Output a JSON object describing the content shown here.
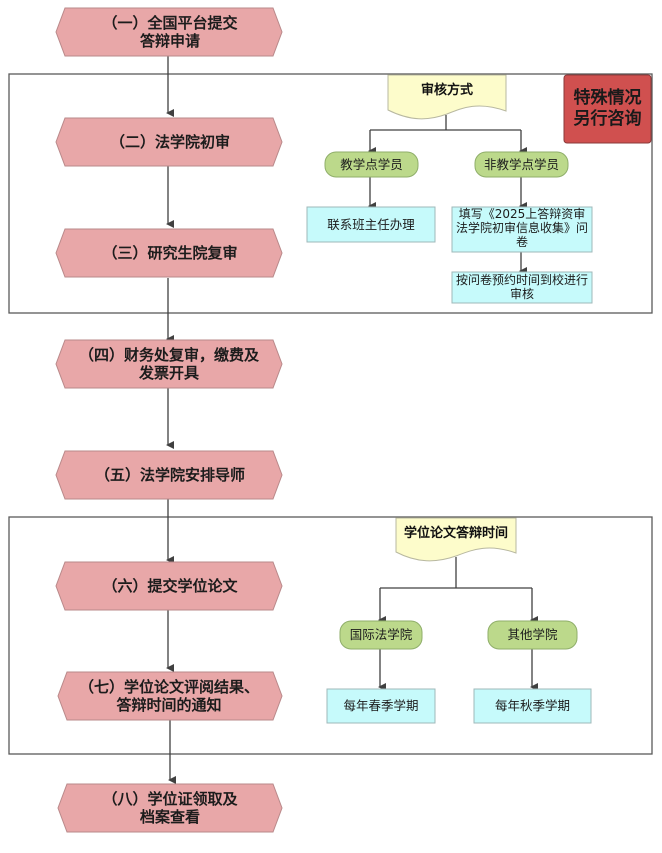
{
  "colors": {
    "step_fill": "#e8a7a8",
    "step_stroke": "#b9898a",
    "doc_fill": "#fdfccb",
    "pill_fill": "#bcd98b",
    "rect_fill": "#c6fafb",
    "special_fill": "#d0504f",
    "line": "#404040",
    "frame": "#5a5a5a"
  },
  "steps": [
    {
      "id": "step1",
      "label": "（一）全国平台提交\n答辩申请"
    },
    {
      "id": "step2",
      "label": "（二）法学院初审"
    },
    {
      "id": "step3",
      "label": "（三）研究生院复审"
    },
    {
      "id": "step4",
      "label": "（四）财务处复审，缴费及\n发票开具"
    },
    {
      "id": "step5",
      "label": "（五）法学院安排导师"
    },
    {
      "id": "step6",
      "label": "（六）提交学位论文"
    },
    {
      "id": "step7",
      "label": "（七）学位论文评阅结果、\n答辩时间的通知"
    },
    {
      "id": "step8",
      "label": "（八）学位证领取及\n档案查看"
    }
  ],
  "review": {
    "title": "审核方式",
    "branches": [
      {
        "label": "教学点学员",
        "actions": [
          "联系班主任办理"
        ]
      },
      {
        "label": "非教学点学员",
        "actions": [
          "填写《2025上答辩资审法学院初审信息收集》问卷",
          "按问卷预约时间到校进行审核"
        ]
      }
    ]
  },
  "special_note": "特殊情况\n另行咨询",
  "defense_time": {
    "title": "学位论文答辩时间",
    "branches": [
      {
        "label": "国际法学院",
        "result": "每年春季学期"
      },
      {
        "label": "其他学院",
        "result": "每年秋季学期"
      }
    ]
  }
}
